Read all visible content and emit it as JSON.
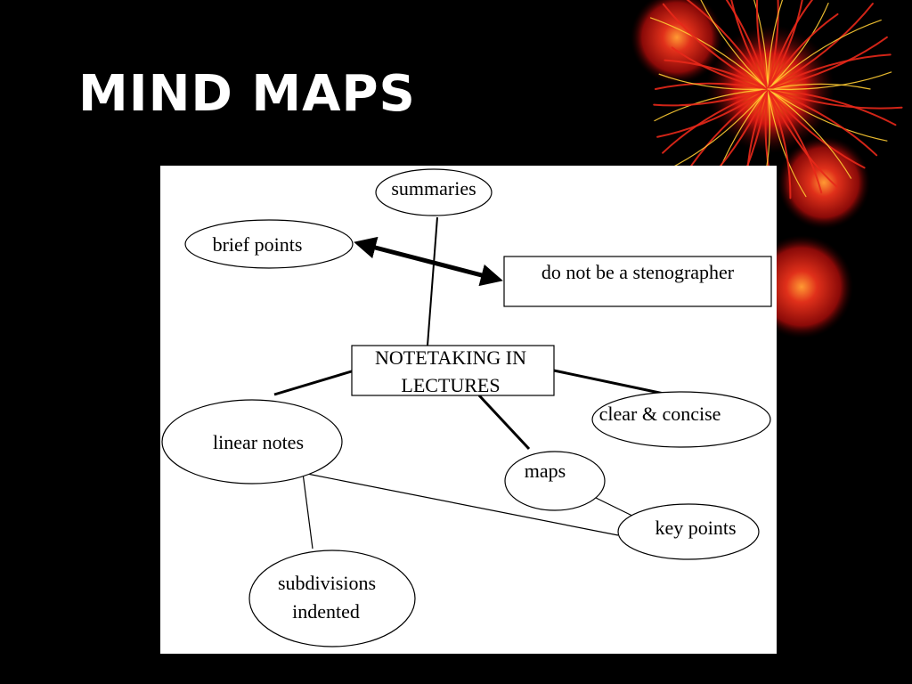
{
  "slide": {
    "title": "MIND MAPS"
  },
  "diagram": {
    "center_line1": "NOTETAKING IN",
    "center_line2": "LECTURES",
    "summaries": "summaries",
    "brief_points": "brief points",
    "stenographer": "do not be a stenographer",
    "linear_notes": "linear notes",
    "clear_concise": "clear & concise",
    "maps": "maps",
    "key_points": "key points",
    "subdivisions_line1": "subdivisions",
    "subdivisions_line2": "indented"
  },
  "colors": {
    "background": "#000000",
    "title": "#ffffff",
    "panel": "#ffffff",
    "ink": "#000000",
    "firework_red": "#cc1a0a",
    "firework_gold": "#ffcc33"
  },
  "icons": [
    "firework-decoration"
  ]
}
